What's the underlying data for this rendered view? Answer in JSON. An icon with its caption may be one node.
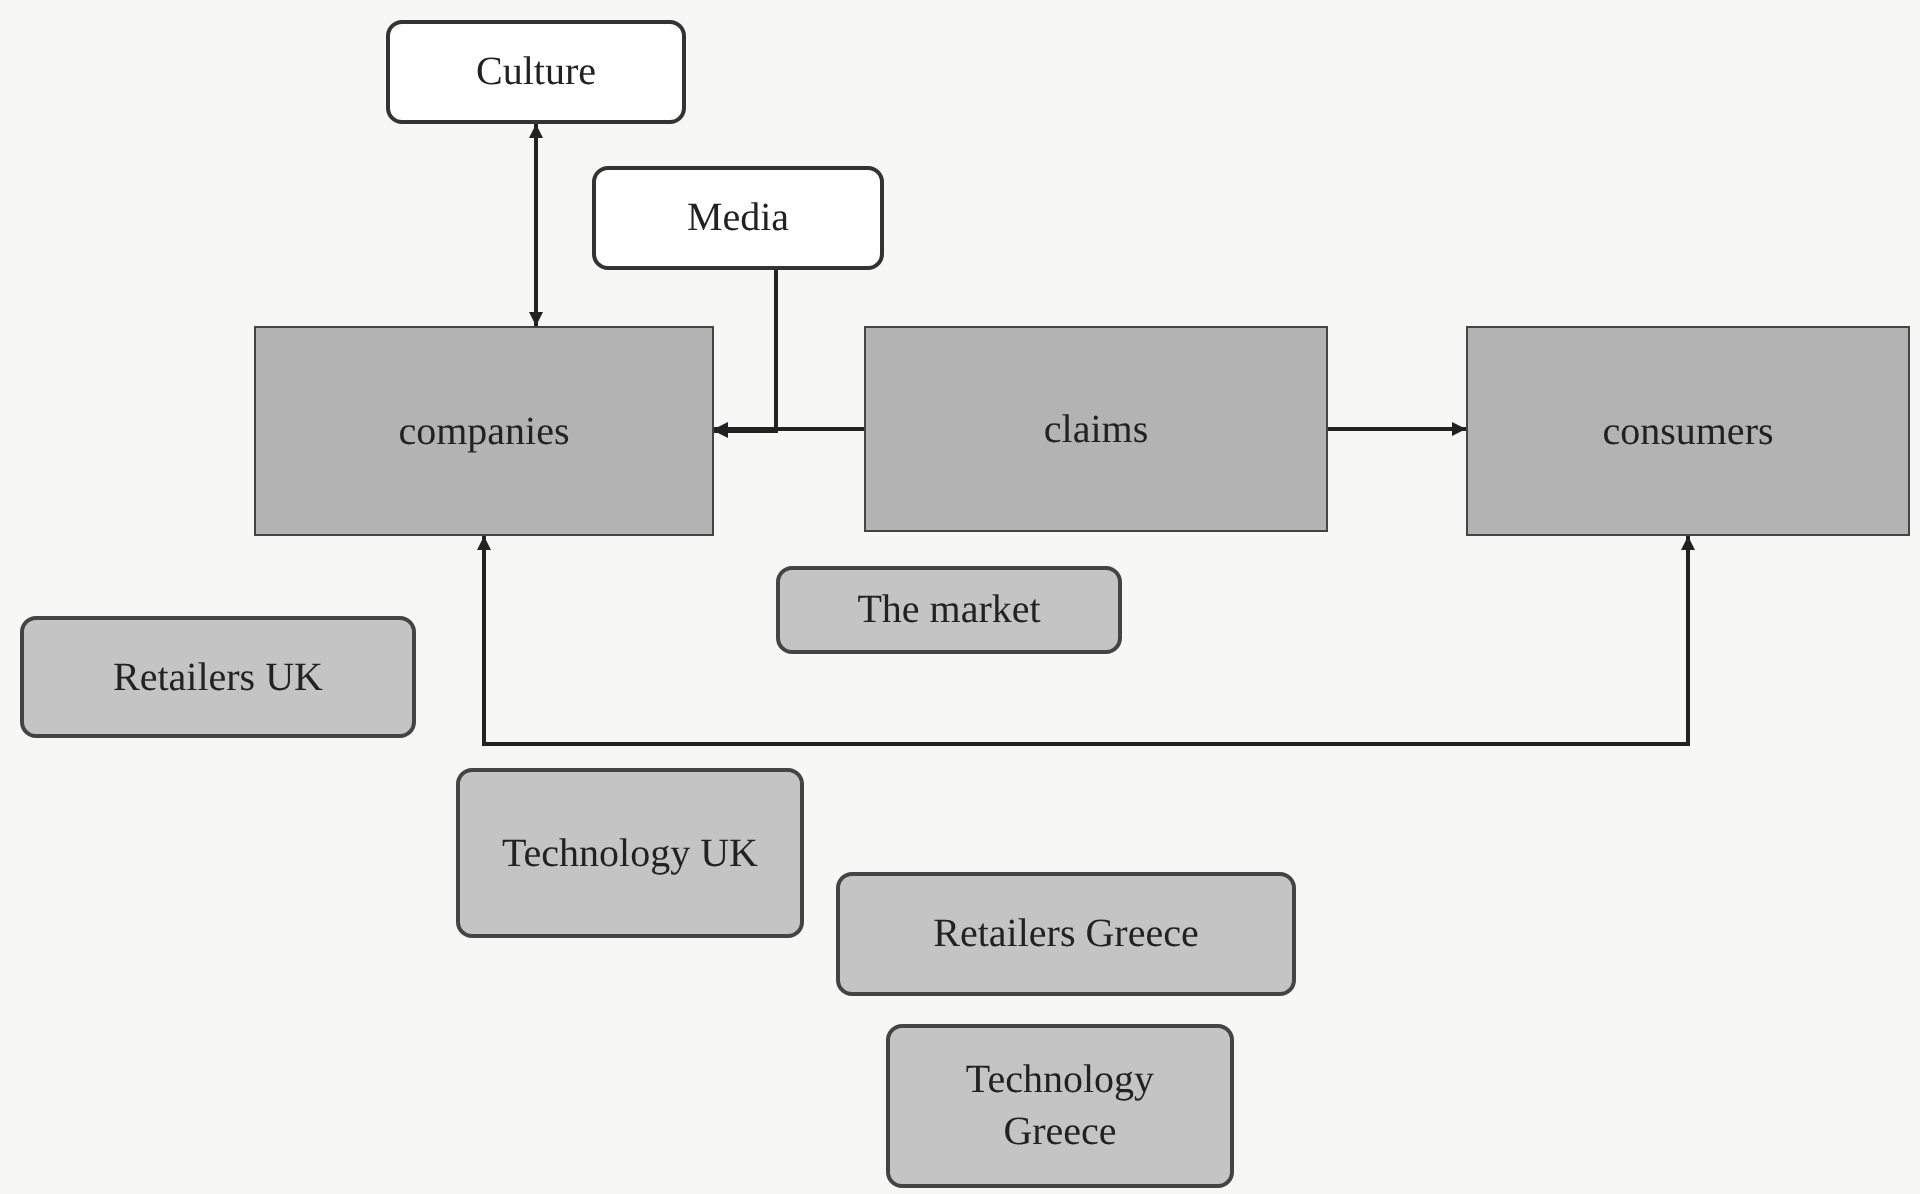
{
  "diagram": {
    "nodes": [
      {
        "text": [
          "Culture"
        ]
      },
      {
        "text": [
          "Media"
        ]
      },
      {
        "text": [
          "companies"
        ]
      },
      {
        "text": [
          "claims"
        ]
      },
      {
        "text": [
          "consumers"
        ]
      },
      {
        "text": [
          "The market"
        ]
      },
      {
        "text": [
          "Retailers UK"
        ]
      },
      {
        "text": [
          "Technology UK"
        ]
      },
      {
        "text": [
          "Retailers Greece"
        ]
      },
      {
        "text": [
          "Technology Greece"
        ]
      }
    ],
    "edges": [
      {
        "from": 0,
        "to": 2,
        "arrow": "both"
      },
      {
        "from": 1,
        "to": 2,
        "arrow": "to"
      },
      {
        "from": 3,
        "to": 2,
        "arrow": "to"
      },
      {
        "from": 3,
        "to": 4,
        "arrow": "to"
      },
      {
        "from": 2,
        "to": 4,
        "arrow": "both"
      }
    ]
  }
}
